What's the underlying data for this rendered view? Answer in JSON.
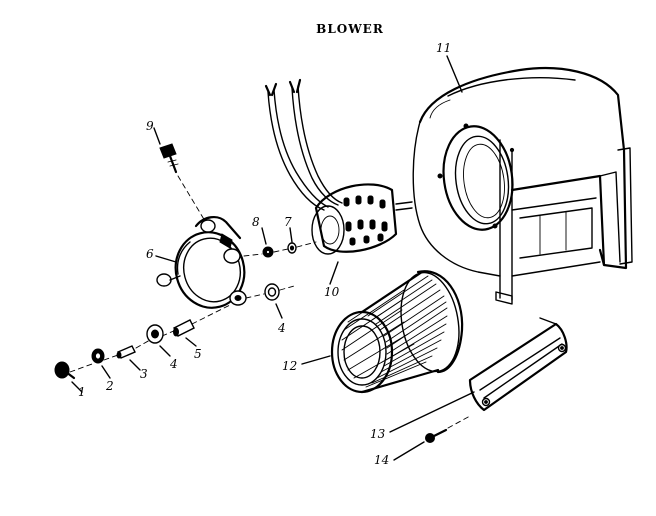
{
  "diagram": {
    "title": "BLOWER",
    "callouts": {
      "n1": "1",
      "n2": "2",
      "n3": "3",
      "n4a": "4",
      "n4b": "4",
      "n5": "5",
      "n6": "6",
      "n7": "7",
      "n8": "8",
      "n9": "9",
      "n10": "10",
      "n11": "11",
      "n12": "12",
      "n13": "13",
      "n14": "14"
    }
  }
}
